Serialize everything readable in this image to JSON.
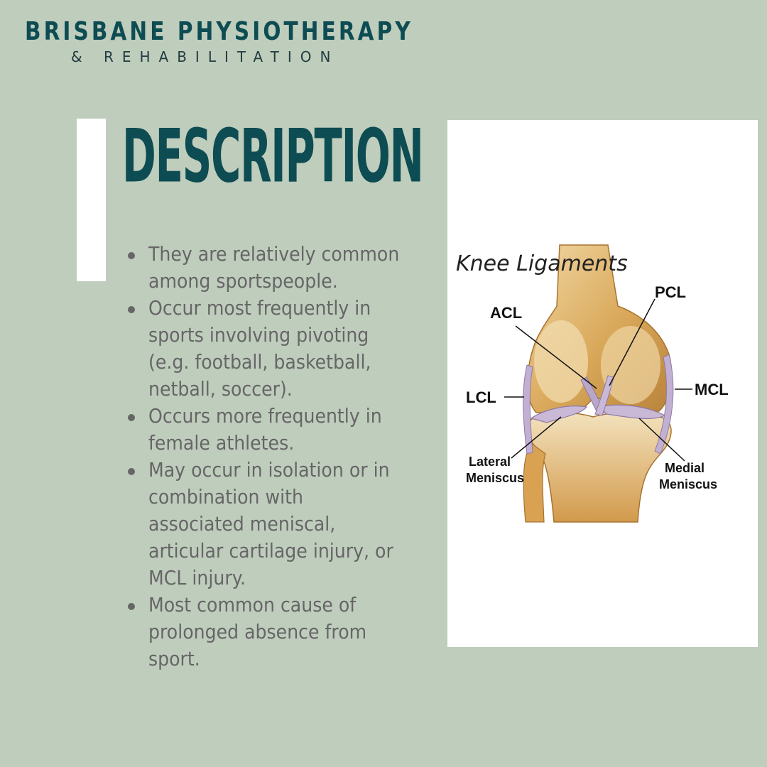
{
  "brand": {
    "name": "BRISBANE PHYSIOTHERAPY",
    "subtitle": "& REHABILITATION"
  },
  "heading": "DESCRIPTION",
  "bullets": [
    "They are relatively common\namong sportspeople.",
    "Occur most frequently in\nsports involving pivoting\n(e.g. football, basketball,\nnetball, soccer).",
    "Occurs more frequently in\nfemale athletes.",
    "May occur in isolation or in\ncombination with\nassociated meniscal,\narticular cartilage injury, or\nMCL injury.",
    "Most common cause of\nprolonged absence from\nsport."
  ],
  "diagram": {
    "title": "Knee Ligaments",
    "labels": {
      "pcl": "PCL",
      "acl": "ACL",
      "lcl": "LCL",
      "mcl": "MCL",
      "lateral_1": "Lateral",
      "lateral_2": "Meniscus",
      "medial_1": "Medial",
      "medial_2": "Meniscus"
    }
  },
  "colors": {
    "background": "#bfcdbd",
    "accent": "#0d4c52",
    "body_text": "#666666",
    "bone": "#d9a85a",
    "ligament": "#b9a7c9"
  }
}
